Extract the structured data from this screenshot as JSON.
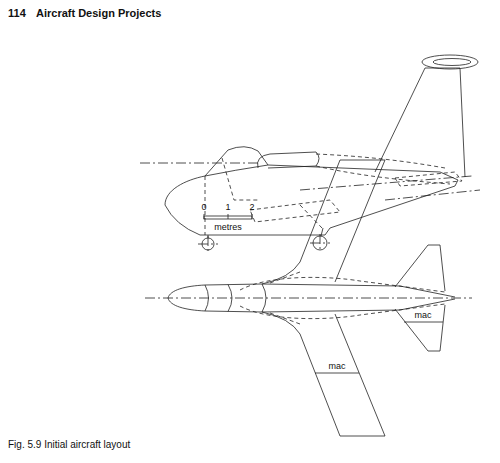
{
  "diagram": {
    "caption": "Fig. 5.9 Initial aircraft layout",
    "labels": [
      "114",
      "Aircraft Design Projects",
      "0",
      "1",
      "2",
      "metres",
      "mac",
      "mac"
    ]
  }
}
